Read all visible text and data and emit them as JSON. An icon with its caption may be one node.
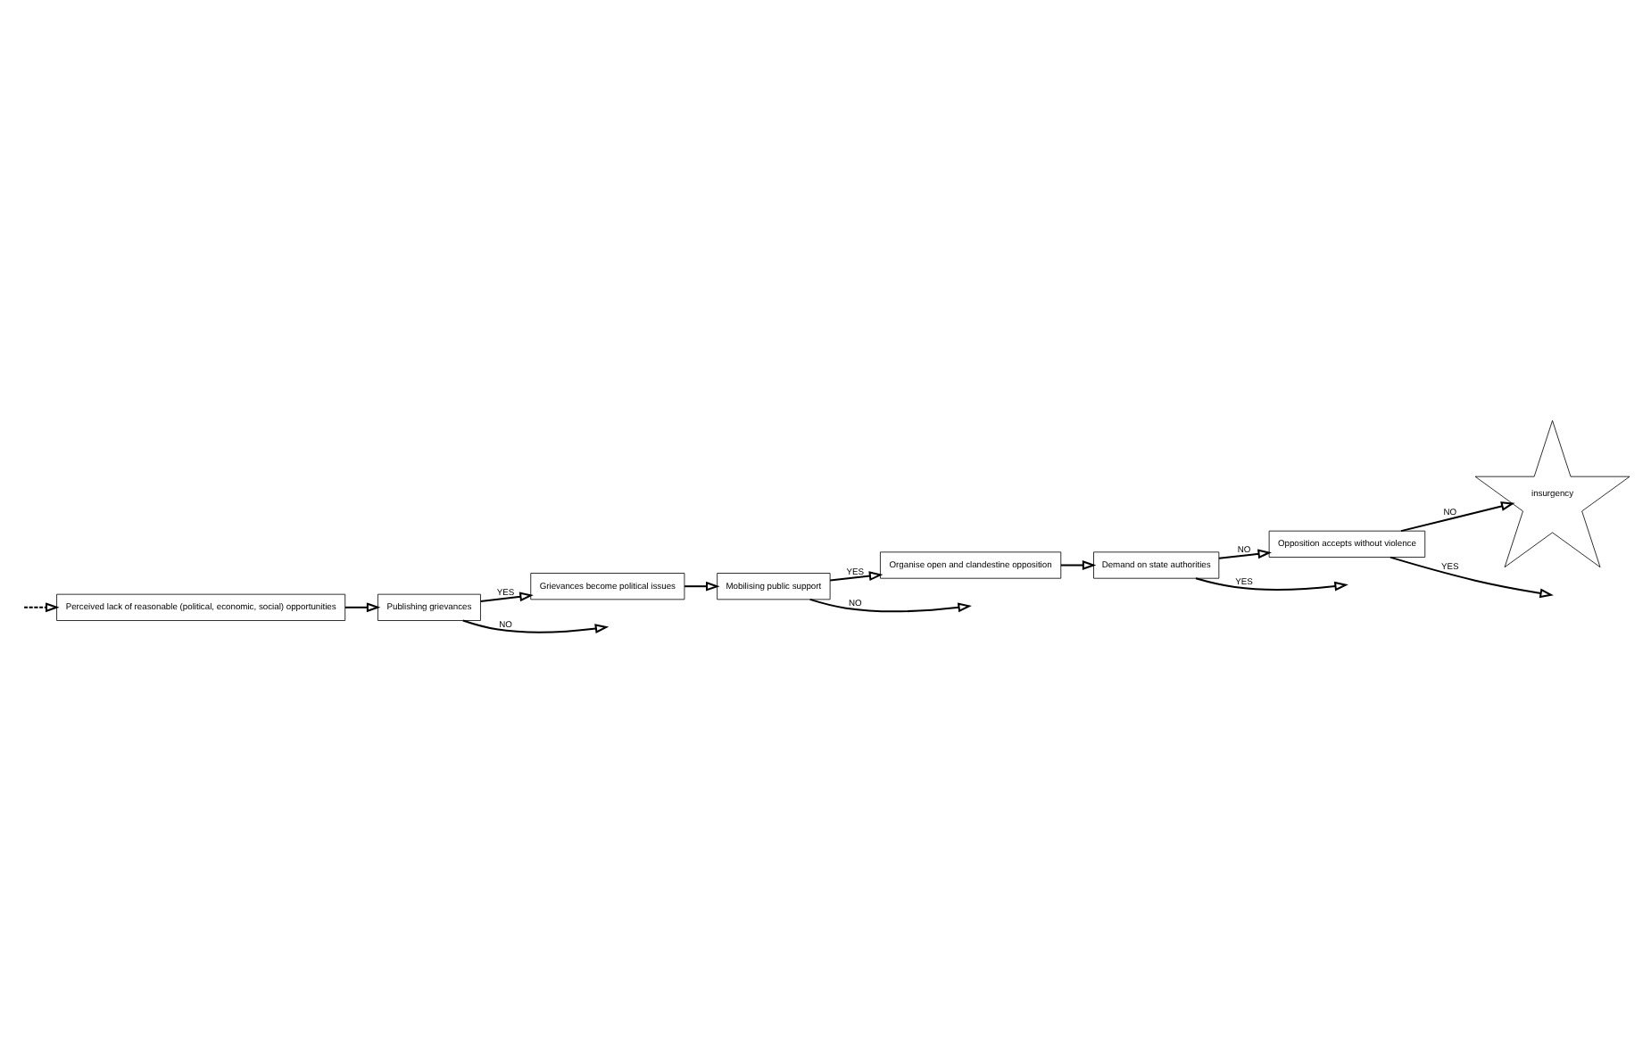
{
  "diagram": {
    "nodes": [
      {
        "text": [
          "Perceived lack of reasonable (political, economic, social) opportunities"
        ]
      },
      {
        "text": [
          "Publishing grievances"
        ]
      },
      {
        "text": [
          "Grievances become political issues"
        ]
      },
      {
        "text": [
          "Mobilising public support"
        ]
      },
      {
        "text": [
          "Organise open and clandestine opposition"
        ]
      },
      {
        "text": [
          "Demand on state authorities"
        ]
      },
      {
        "text": [
          "Opposition accepts without violence"
        ]
      },
      {
        "text": [
          "insurgency"
        ]
      }
    ],
    "edges": [
      {
        "from": 0,
        "to": 1,
        "arrow": "to"
      },
      {
        "from": 1,
        "to": 2,
        "arrow": "to",
        "label": "YES"
      },
      {
        "from": 1,
        "to": null,
        "arrow": "to",
        "label": "NO"
      },
      {
        "from": 2,
        "to": 3,
        "arrow": "to"
      },
      {
        "from": 3,
        "to": 4,
        "arrow": "to",
        "label": "YES"
      },
      {
        "from": 3,
        "to": null,
        "arrow": "to",
        "label": "NO"
      },
      {
        "from": 4,
        "to": 5,
        "arrow": "to"
      },
      {
        "from": 5,
        "to": null,
        "arrow": "to",
        "label": "YES"
      },
      {
        "from": 5,
        "to": 6,
        "arrow": "to",
        "label": "NO"
      },
      {
        "from": 6,
        "to": null,
        "arrow": "to",
        "label": "YES"
      },
      {
        "from": 6,
        "to": 7,
        "arrow": "to",
        "label": "NO"
      },
      {
        "from": null,
        "to": 0,
        "arrow": "to",
        "style": "dashed"
      }
    ]
  }
}
